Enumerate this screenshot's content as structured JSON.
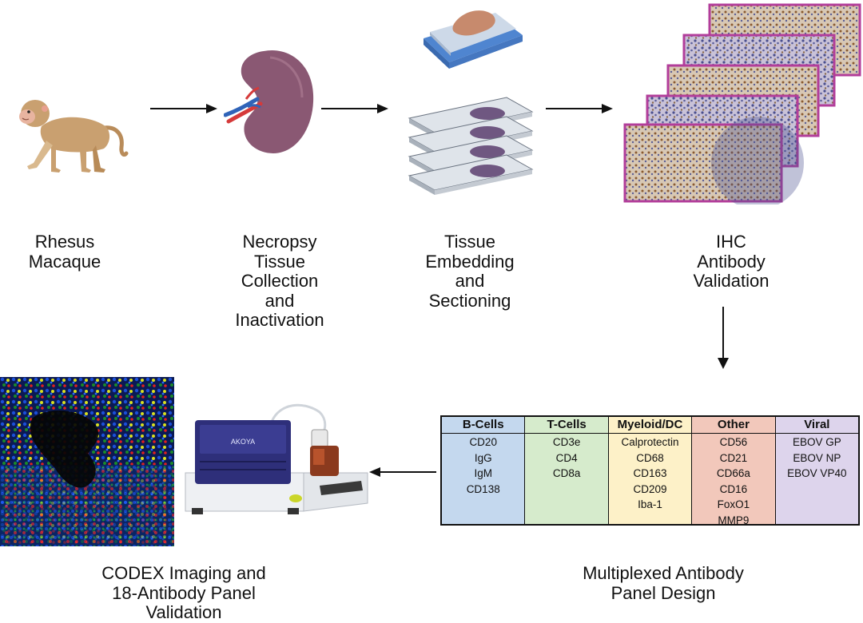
{
  "steps": {
    "macaque": [
      "Rhesus",
      "Macaque"
    ],
    "necropsy": [
      "Necropsy",
      "Tissue",
      "Collection",
      "and",
      "Inactivation"
    ],
    "embedding": [
      "Tissue",
      "Embedding",
      "and",
      "Sectioning"
    ],
    "ihc": [
      "IHC",
      "Antibody",
      "Validation"
    ],
    "panel_design": [
      "Multiplexed Antibody",
      "Panel Design"
    ],
    "codex": [
      "CODEX Imaging and",
      "18-Antibody Panel",
      "Validation"
    ]
  },
  "instrument_logo": "AKOYA",
  "panel": {
    "columns": [
      {
        "header": "B-Cells",
        "items": [
          "CD20",
          "IgG",
          "IgM",
          "CD138"
        ],
        "color": "#c4d8ee"
      },
      {
        "header": "T-Cells",
        "items": [
          "CD3e",
          "CD4",
          "CD8a"
        ],
        "color": "#d6ebcc"
      },
      {
        "header": "Myeloid/DC",
        "items": [
          "Calprotectin",
          "CD68",
          "CD163",
          "CD209",
          "Iba-1"
        ],
        "color": "#fdf1c8"
      },
      {
        "header": "Other",
        "items": [
          "CD56",
          "CD21",
          "CD66a",
          "CD16",
          "FoxO1",
          "MMP9"
        ],
        "color": "#f2c8bb"
      },
      {
        "header": "Viral",
        "items": [
          "EBOV GP",
          "EBOV NP",
          "EBOV VP40"
        ],
        "color": "#ddd4ec"
      }
    ]
  },
  "colors": {
    "ihc_frame": "#b23d9a",
    "kidney": "#8b5a78",
    "slide_tray": "#5b8fd6",
    "instrument": "#2e2f7a"
  }
}
